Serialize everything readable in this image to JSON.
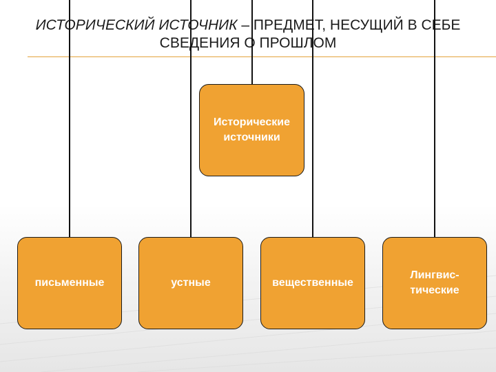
{
  "title": {
    "term": "ИСТОРИЧЕСКИЙ ИСТОЧНИК",
    "rest": " – ПРЕДМЕТ, НЕСУЩИЙ В СЕБЕ СВЕДЕНИЯ О ПРОШЛОМ"
  },
  "diagram": {
    "root": {
      "label": "Исторические источники"
    },
    "children": [
      {
        "label": "письменные"
      },
      {
        "label": "устные"
      },
      {
        "label": "вещественные"
      },
      {
        "label": "Лингвис-тические"
      }
    ]
  },
  "colors": {
    "node_fill": "#f0a232",
    "node_border": "#1a1a1a",
    "node_text": "#ffffff",
    "divider": "#e3a23a",
    "title_text": "#1a1a1a"
  }
}
